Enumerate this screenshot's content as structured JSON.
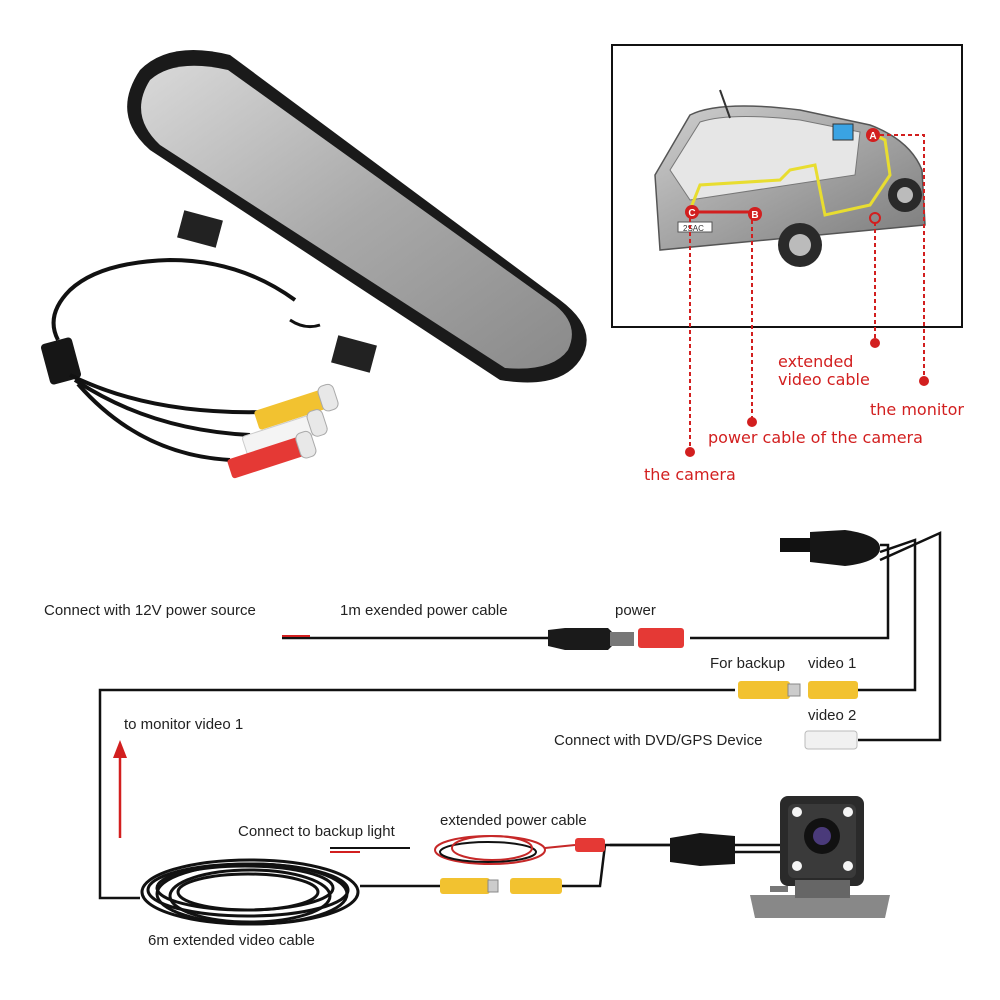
{
  "car_callouts": {
    "camera": "the camera",
    "camera_power": "power cable of the camera",
    "video_cable": "extended video cable",
    "monitor": "the monitor",
    "markers": [
      "A",
      "B",
      "C"
    ],
    "plate": "2SAC"
  },
  "wiring": {
    "power_source": "Connect with 12V power source",
    "power_cable": "1m exended power cable",
    "power": "power",
    "for_backup": "For backup",
    "video1": "video 1",
    "video2": "video 2",
    "dvd_gps": "Connect with DVD/GPS Device",
    "to_monitor": "to monitor video 1",
    "backup_light": "Connect to backup light",
    "ext_power": "extended power cable",
    "ext_video": "6m extended video cable"
  },
  "colors": {
    "callout_red": "#d21f1f",
    "rca_yellow": "#f2c230",
    "rca_red": "#e53935",
    "cable_black": "#111111"
  }
}
